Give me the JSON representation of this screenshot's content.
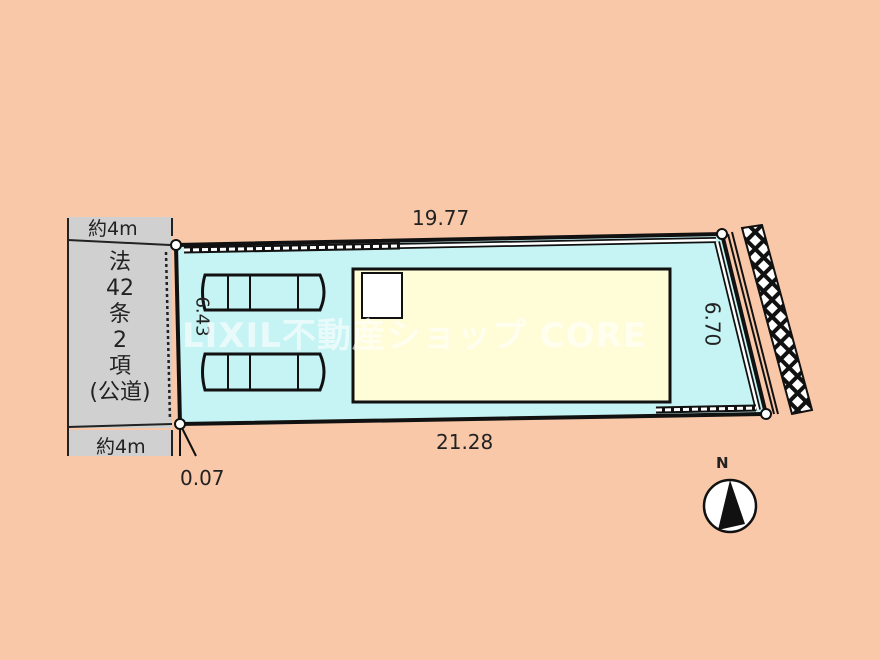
{
  "road": {
    "width_top": "約4m",
    "width_bottom": "約4m",
    "lines": [
      "法",
      "42",
      "条",
      "2",
      "項",
      "(公道)"
    ]
  },
  "dimensions": {
    "north_side": "19.77",
    "south_side": "21.28",
    "east_side": "6.70",
    "west_side": "6.43",
    "setback": "0.07"
  },
  "compass": {
    "label": "N"
  },
  "watermark": "LIXIL不動産ショップ CORE",
  "colors": {
    "background": "#f9c8a8",
    "lot": "#c6f3f3",
    "building": "#fffcd8",
    "road": "#d0d0d0"
  }
}
